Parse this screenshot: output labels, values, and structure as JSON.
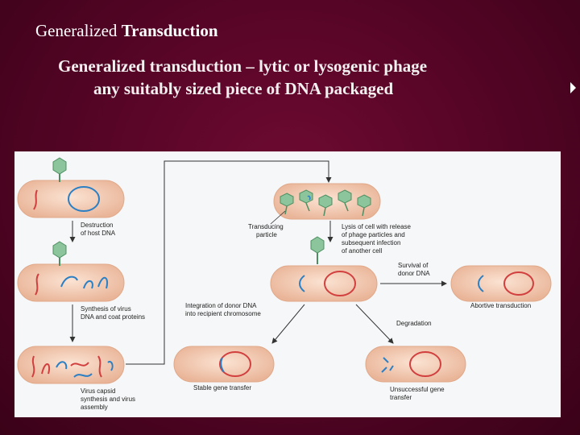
{
  "slide": {
    "title_plain": "Generalized ",
    "title_bold": "Transduction",
    "subtitle_line1": "Generalized transduction – lytic or lysogenic phage",
    "subtitle_line2": "any suitably sized piece of DNA packaged"
  },
  "diagram": {
    "labels": {
      "destruction_1": "Destruction",
      "destruction_2": "of host DNA",
      "synthesis_1": "Synthesis of virus",
      "synthesis_2": "DNA and coat proteins",
      "capsid_1": "Virus capsid",
      "capsid_2": "synthesis and virus",
      "capsid_3": "assembly",
      "transducing_1": "Transducing",
      "transducing_2": "particle",
      "lysis_1": "Lysis of cell with release",
      "lysis_2": "of phage particles and",
      "lysis_3": "subsequent infection",
      "lysis_4": "of another cell",
      "survival_1": "Survival of",
      "survival_2": "donor DNA",
      "integration_1": "Integration of donor DNA",
      "integration_2": "into recipient chromosome",
      "degradation": "Degradation",
      "abortive": "Abortive transduction",
      "stable": "Stable gene transfer",
      "unsuccessful_1": "Unsuccessful gene",
      "unsuccessful_2": "transfer"
    },
    "colors": {
      "cell_fill": "#f2cdb5",
      "host_dna": "#d23f3f",
      "phage_dna": "#2b7fc4",
      "phage_head": "#8cc59b",
      "arrow": "#333333"
    }
  }
}
